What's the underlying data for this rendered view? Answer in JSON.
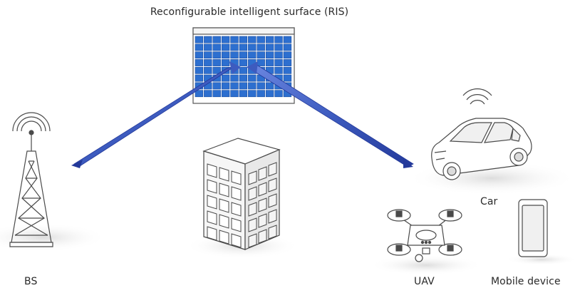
{
  "labels": {
    "ris": "Reconfigurable intelligent surface (RIS)",
    "bs": "BS",
    "car": "Car",
    "uav": "UAV",
    "mobile": "Mobile device"
  },
  "colors": {
    "beam": "#3d5bbf",
    "beam_dark": "#23399a",
    "panel_cell": "#2d6fcf",
    "line": "#4a4a4a"
  },
  "icons": [
    "ris-panel",
    "cell-tower-icon",
    "building-icon",
    "car-icon",
    "wifi-icon",
    "drone-icon",
    "mobile-device-icon"
  ]
}
